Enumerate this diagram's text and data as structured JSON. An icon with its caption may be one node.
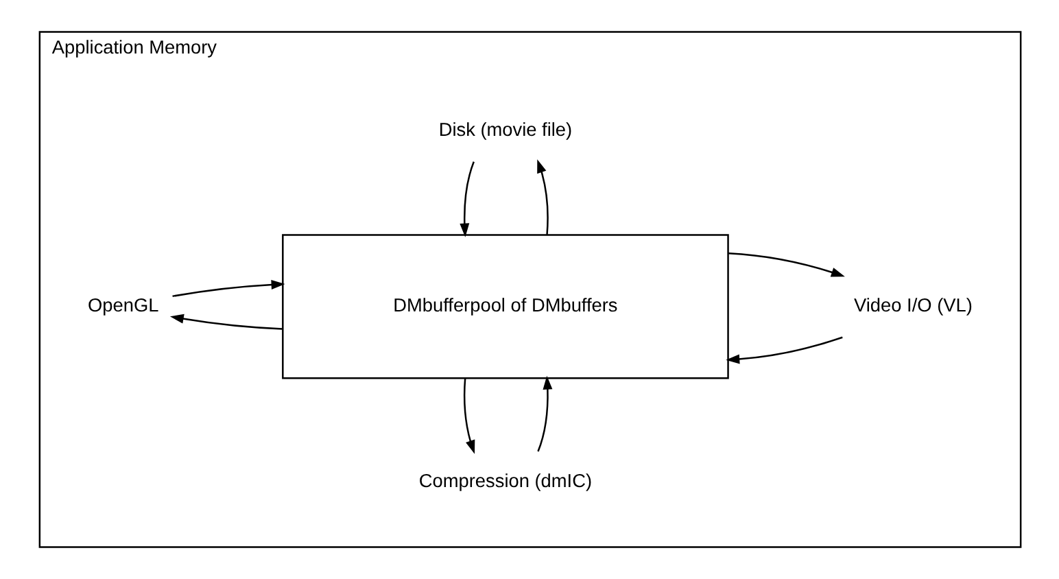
{
  "diagram": {
    "nodes": [
      {
        "text": [
          "Application Memory"
        ]
      },
      {
        "text": [
          "Disk (movie file)"
        ],
        "in": 0
      },
      {
        "text": [
          "Video I/O (VL)"
        ],
        "in": 0
      },
      {
        "text": [
          "DMbufferpool of DMbuffers"
        ],
        "in": 0
      },
      {
        "text": [
          "OpenGL"
        ],
        "in": 0
      },
      {
        "text": [
          "Compression (dmIC)"
        ],
        "in": 0
      }
    ],
    "edges": [
      {
        "from": 1,
        "to": 3,
        "arrow": "to"
      },
      {
        "from": 3,
        "to": 1,
        "arrow": "to"
      },
      {
        "from": 2,
        "to": 3,
        "arrow": "to"
      },
      {
        "from": 3,
        "to": 2,
        "arrow": "to"
      },
      {
        "from": 3,
        "to": 4,
        "arrow": "to"
      },
      {
        "from": 4,
        "to": 3,
        "arrow": "to"
      },
      {
        "from": 3,
        "to": 5,
        "arrow": "to"
      },
      {
        "from": 5,
        "to": 3,
        "arrow": "to"
      }
    ]
  }
}
